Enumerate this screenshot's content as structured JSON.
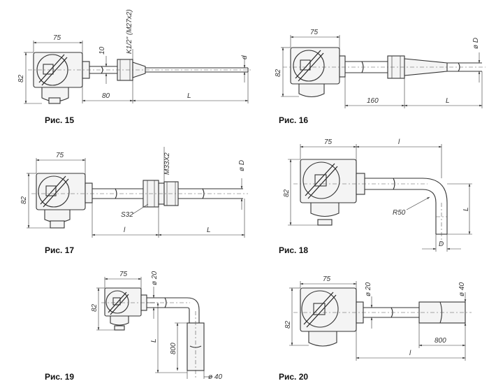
{
  "figures": [
    {
      "caption": "Рис. 15",
      "labels": {
        "head_width": "75",
        "head_height": "82",
        "dim_10": "10",
        "thread": "K1/2\" (M27x2)",
        "d": "d",
        "len_80": "80",
        "L": "L"
      }
    },
    {
      "caption": "Рис. 16",
      "labels": {
        "head_width": "75",
        "head_height": "82",
        "D": "ø D",
        "len_160": "160",
        "L": "L"
      }
    },
    {
      "caption": "Рис. 17",
      "labels": {
        "head_width": "75",
        "head_height": "82",
        "thread": "M33X2",
        "D": "ø D",
        "s32": "S32",
        "l": "l",
        "L": "L"
      }
    },
    {
      "caption": "Рис. 18",
      "labels": {
        "head_width": "75",
        "head_height": "82",
        "l": "l",
        "L": "L",
        "r50": "R50",
        "D": "D"
      }
    },
    {
      "caption": "Рис. 19",
      "labels": {
        "head_width": "75",
        "head_height": "82",
        "d20": "ø 20",
        "L": "L",
        "len_800": "800",
        "d40": "ø 40"
      }
    },
    {
      "caption": "Рис. 20",
      "labels": {
        "head_width": "75",
        "head_height": "82",
        "d20": "ø 20",
        "d40": "ø 40",
        "len_800": "800",
        "l": "l"
      }
    }
  ]
}
